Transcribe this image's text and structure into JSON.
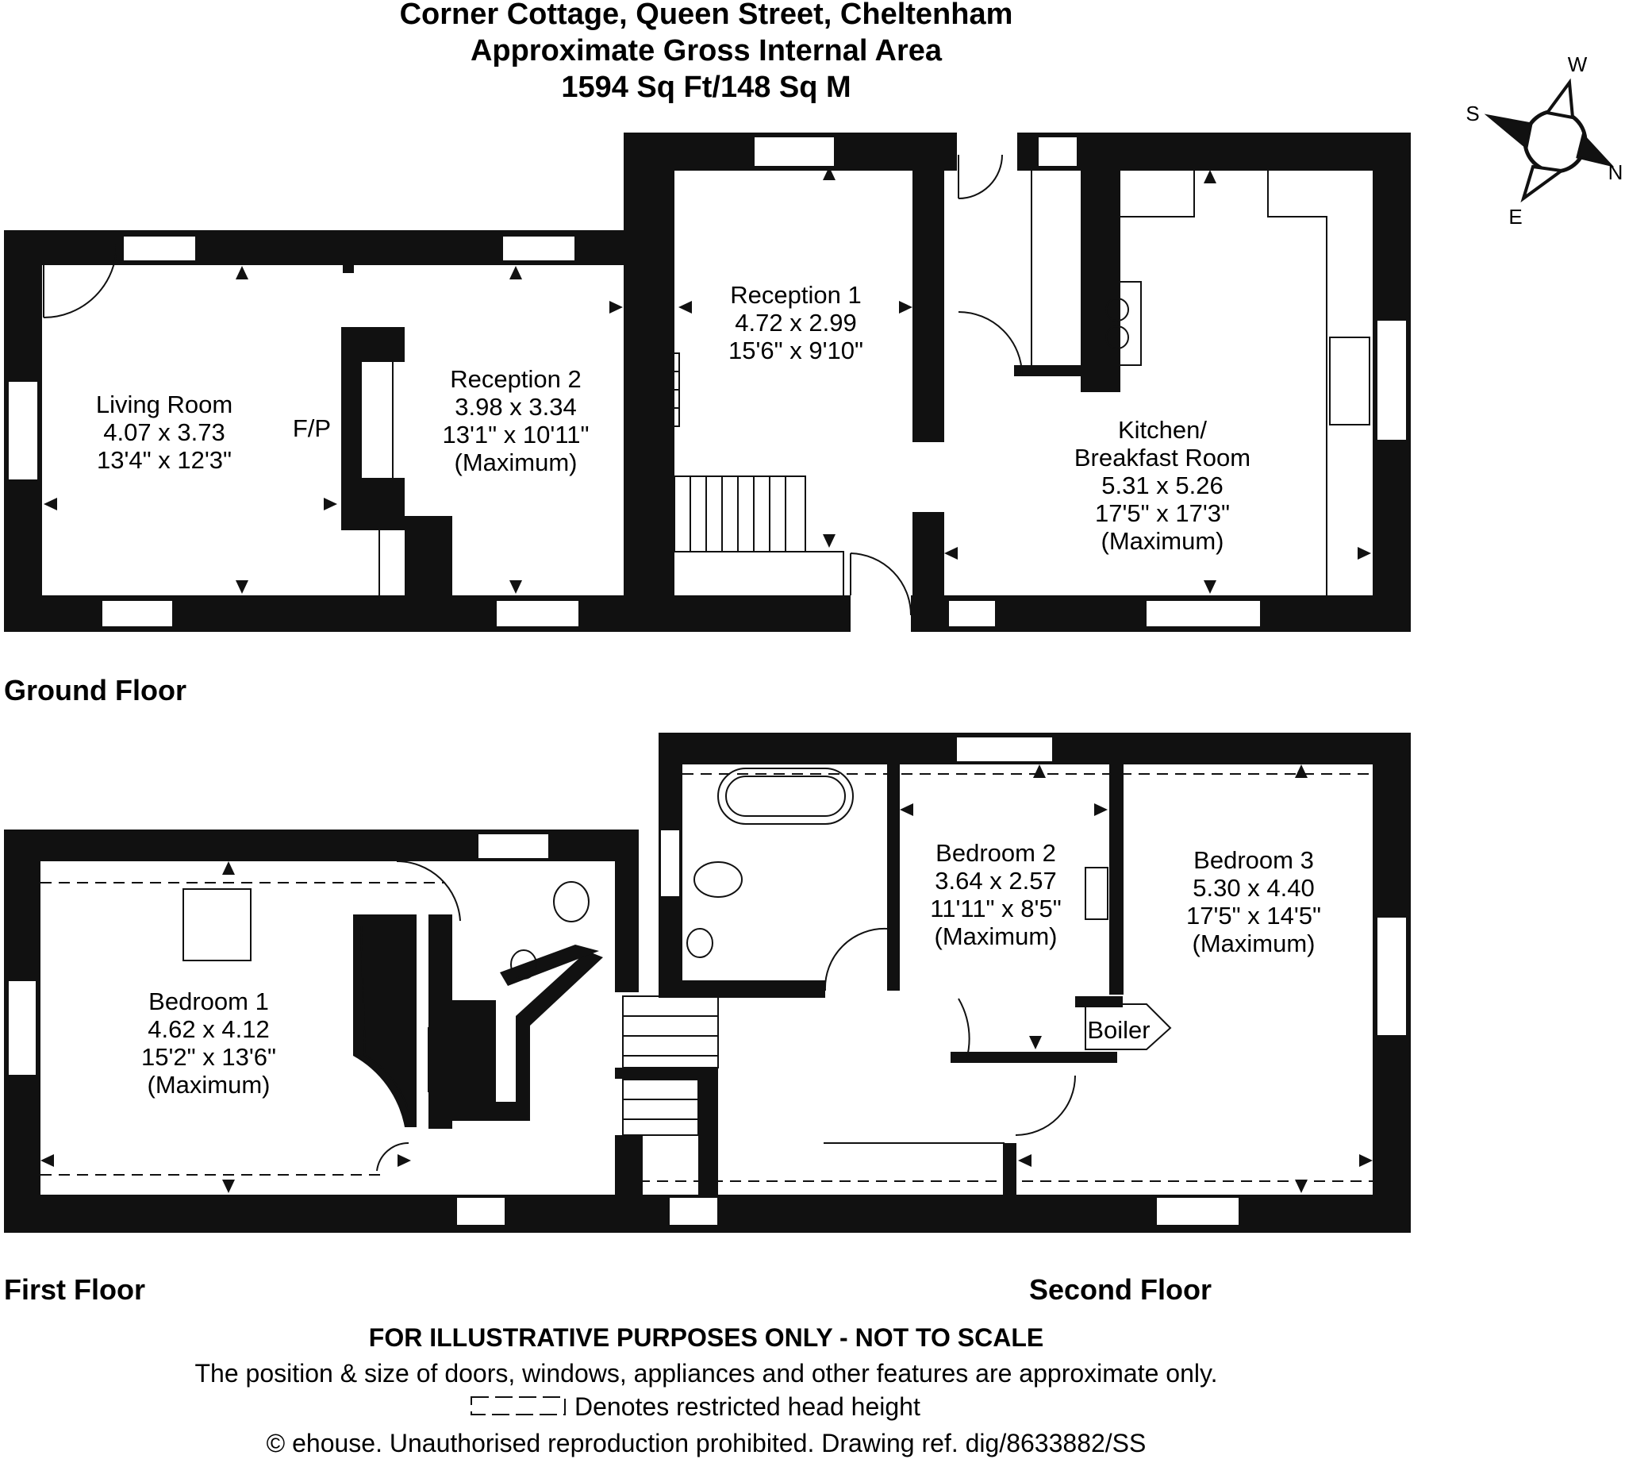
{
  "header": {
    "line1": "Corner Cottage, Queen Street, Cheltenham",
    "line2": "Approximate Gross Internal Area",
    "line3": "1594 Sq Ft/148 Sq M"
  },
  "compass": {
    "s": "S",
    "w": "W",
    "n": "N",
    "e": "E"
  },
  "ground_floor": {
    "label": "Ground Floor",
    "living_room": {
      "name": "Living Room",
      "metric": "4.07 x 3.73",
      "imperial": "13'4\" x 12'3\""
    },
    "fp": "F/P",
    "reception2": {
      "name": "Reception 2",
      "metric": "3.98 x 3.34",
      "imperial": "13'1\" x 10'11\"",
      "note": "(Maximum)"
    },
    "reception1": {
      "name": "Reception 1",
      "metric": "4.72 x 2.99",
      "imperial": "15'6\" x 9'10\""
    },
    "kitchen": {
      "name1": "Kitchen/",
      "name2": "Breakfast Room",
      "metric": "5.31 x 5.26",
      "imperial": "17'5\" x 17'3\"",
      "note": "(Maximum)"
    }
  },
  "first_floor": {
    "label": "First Floor",
    "bedroom1": {
      "name": "Bedroom 1",
      "metric": "4.62 x 4.12",
      "imperial": "15'2\" x 13'6\"",
      "note": "(Maximum)"
    }
  },
  "second_floor": {
    "label": "Second Floor",
    "bedroom2": {
      "name": "Bedroom 2",
      "metric": "3.64 x 2.57",
      "imperial": "11'11\" x 8'5\"",
      "note": "(Maximum)"
    },
    "bedroom3": {
      "name": "Bedroom 3",
      "metric": "5.30 x 4.40",
      "imperial": "17'5\" x 14'5\"",
      "note": "(Maximum)"
    },
    "boiler": "Boiler"
  },
  "footer": {
    "disclaimer": "FOR ILLUSTRATIVE PURPOSES ONLY - NOT TO SCALE",
    "position_note": "The position & size of doors, windows, appliances and other features are approximate only.",
    "legend_text": "Denotes restricted head height",
    "copyright": "© ehouse. Unauthorised reproduction prohibited. Drawing ref. dig/8633882/SS"
  }
}
